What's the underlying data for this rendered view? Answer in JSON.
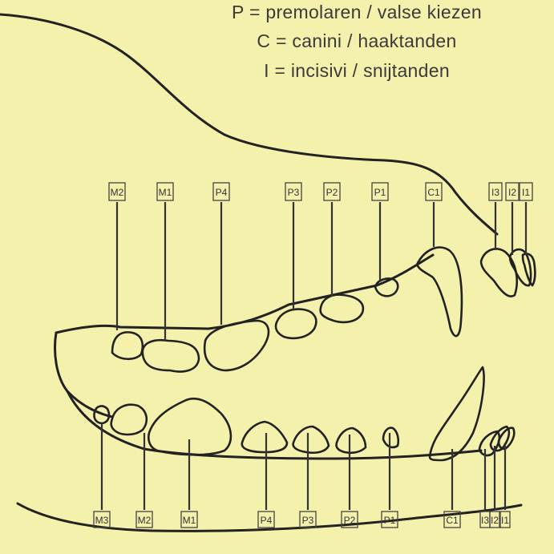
{
  "legend": [
    "P = premolaren / valse kiezen",
    "C = canini / haaktanden",
    "I = incisivi / snijtanden"
  ],
  "upper_labels": [
    "M2",
    "M1",
    "P4",
    "P3",
    "P2",
    "P1",
    "C1",
    "I3",
    "I2",
    "I1"
  ],
  "lower_labels": [
    "M3",
    "M2",
    "M1",
    "P4",
    "P3",
    "P2",
    "P1",
    "C1",
    "I3",
    "I2",
    "I1"
  ]
}
